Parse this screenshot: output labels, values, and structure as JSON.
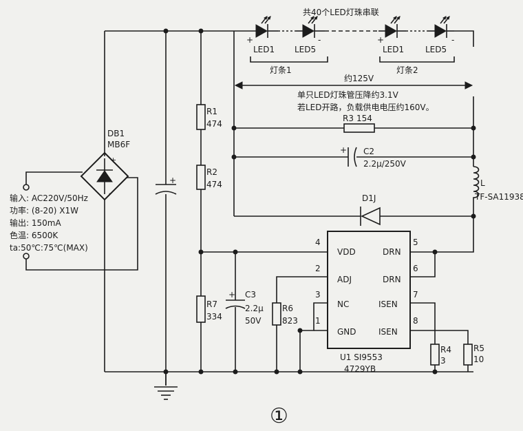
{
  "header": {
    "led_chain_caption": "共40个LED灯珠串联",
    "strip1_label": "灯条1",
    "strip2_label": "灯条2",
    "voltage_label": "约125V",
    "note_line1": "单只LED灯珠管压降约3.1V",
    "note_line2": "若LED开路，负载供电电压约160V。"
  },
  "leds": {
    "strip1_first": "LED1",
    "strip1_last": "LED5",
    "strip2_first": "LED1",
    "strip2_last": "LED5",
    "plus": "+",
    "minus": "-"
  },
  "bridge": {
    "ref": "DB1",
    "part": "MB6F",
    "plus": "+",
    "minus": "-"
  },
  "specs": [
    "输入: AC220V/50Hz",
    "功率: (8-20) X1W",
    "输出: 150mA",
    "色温: 6500K",
    "ta:50℃:75℃(MAX)"
  ],
  "components": {
    "r1_ref": "R1",
    "r1_val": "474",
    "r2_ref": "R2",
    "r2_val": "474",
    "r3_ref": "R3",
    "r3_val": "154",
    "r4_ref": "R4",
    "r4_val": "3",
    "r5_ref": "R5",
    "r5_val": "10",
    "r6_ref": "R6",
    "r6_val": "823",
    "r7_ref": "R7",
    "r7_val": "334",
    "c2_ref": "C2",
    "c2_val": "2.2μ/250V",
    "c3_ref": "C3",
    "c3_val1": "2.2μ",
    "c3_val2": "50V",
    "l_ref": "L",
    "l_part": "TF-SA11938",
    "d_ref": "D1J",
    "cap_plus": "+"
  },
  "ic": {
    "ref_line": "U1  SI9553",
    "code": "4729YB",
    "pins_left": [
      {
        "num": "4",
        "name": "VDD"
      },
      {
        "num": "2",
        "name": "ADJ"
      },
      {
        "num": "3",
        "name": "NC"
      },
      {
        "num": "1",
        "name": "GND"
      }
    ],
    "pins_right": [
      {
        "num": "5",
        "name": "DRN"
      },
      {
        "num": "6",
        "name": "DRN"
      },
      {
        "num": "7",
        "name": "ISEN"
      },
      {
        "num": "8",
        "name": "ISEN"
      }
    ]
  },
  "figure_number": "①"
}
